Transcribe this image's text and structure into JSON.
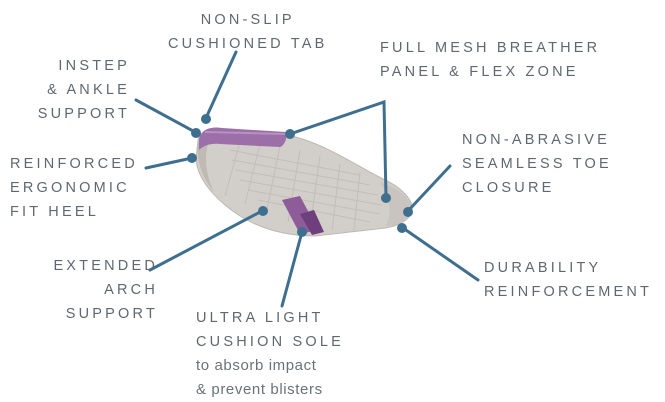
{
  "colors": {
    "leader_line": "#3f6f8f",
    "dot": "#3f6f8f",
    "sock_body": "#d2ceca",
    "sock_accent": "#9c6fa8",
    "text": "#5f6870"
  },
  "callouts": {
    "non_slip_tab": [
      "NON-SLIP",
      "CUSHIONED TAB"
    ],
    "instep_support": [
      "INSTEP",
      "& ANKLE",
      "SUPPORT"
    ],
    "mesh_panel": [
      "FULL MESH BREATHER",
      "PANEL & FLEX ZONE"
    ],
    "heel": [
      "REINFORCED",
      "ERGONOMIC",
      "FIT HEEL"
    ],
    "toe_closure": [
      "NON-ABRASIVE",
      "SEAMLESS TOE",
      "CLOSURE"
    ],
    "arch_support": [
      "EXTENDED",
      "ARCH",
      "SUPPORT"
    ],
    "durability": [
      "DURABILITY",
      "REINFORCEMENT"
    ],
    "cushion_sole": [
      "ULTRA LIGHT",
      "CUSHION SOLE"
    ],
    "cushion_sole_desc": [
      "to absorb impact",
      "& prevent blisters"
    ]
  }
}
